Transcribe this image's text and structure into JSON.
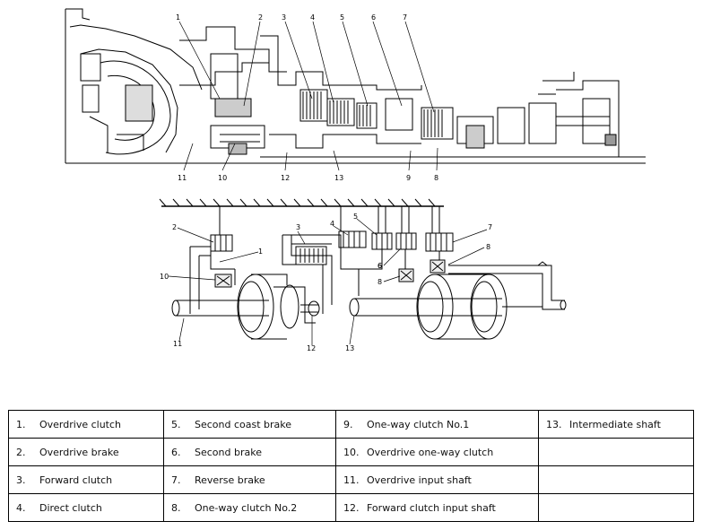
{
  "top_callouts": [
    "1",
    "2",
    "3",
    "4",
    "5",
    "6",
    "7",
    "11",
    "10",
    "12",
    "13",
    "9",
    "8"
  ],
  "bottom_callouts": [
    "2",
    "1",
    "10",
    "3",
    "4",
    "5",
    "6",
    "7",
    "6",
    "8",
    "8",
    "11",
    "12",
    "13"
  ],
  "legend": {
    "rows": [
      [
        {
          "num": "1.",
          "text": "Overdrive clutch"
        },
        {
          "num": "5.",
          "text": "Second coast brake"
        },
        {
          "num": "9.",
          "text": "One-way clutch No.1"
        },
        {
          "num": "13.",
          "text": "Intermediate shaft"
        }
      ],
      [
        {
          "num": "2.",
          "text": "Overdrive brake"
        },
        {
          "num": "6.",
          "text": "Second brake"
        },
        {
          "num": "10.",
          "text": "Overdrive one-way clutch"
        },
        {
          "num": "",
          "text": ""
        }
      ],
      [
        {
          "num": "3.",
          "text": "Forward clutch"
        },
        {
          "num": "7.",
          "text": "Reverse brake"
        },
        {
          "num": "11.",
          "text": "Overdrive input shaft"
        },
        {
          "num": "",
          "text": ""
        }
      ],
      [
        {
          "num": "4.",
          "text": "Direct clutch"
        },
        {
          "num": "8.",
          "text": "One-way clutch No.2"
        },
        {
          "num": "12.",
          "text": "Forward clutch input shaft"
        },
        {
          "num": "",
          "text": ""
        }
      ]
    ]
  }
}
